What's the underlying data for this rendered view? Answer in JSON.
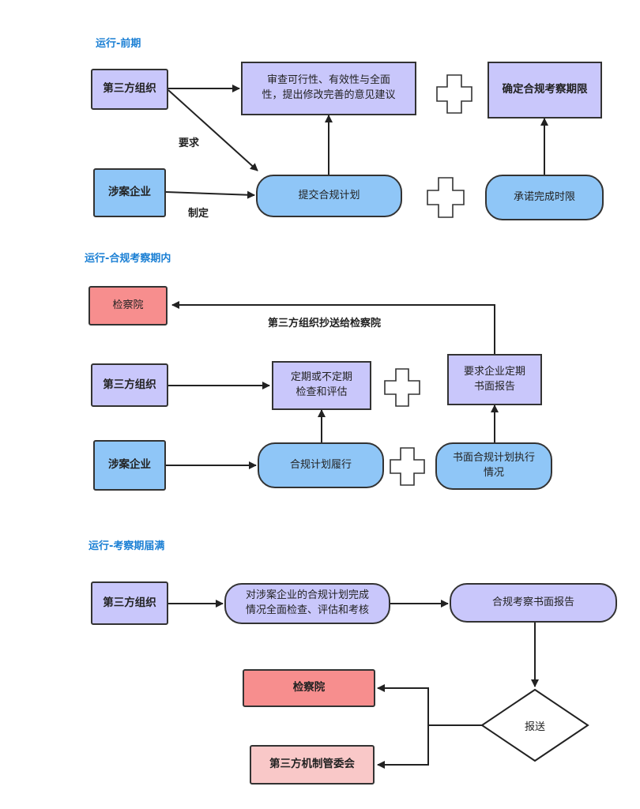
{
  "sections": {
    "pre": "运行-前期",
    "during": "运行-合规考察期内",
    "end": "运行-考察期届满"
  },
  "pre": {
    "third_party": "第三方组织",
    "review": "审查可行性、有效性与全面\n性，提出修改完善的意见建议",
    "confirm_period": "确定合规考察期限",
    "company": "涉案企业",
    "submit_plan": "提交合规计划",
    "promise_period": "承诺完成时限",
    "label_require": "要求",
    "label_formulate": "制定"
  },
  "during": {
    "procuratorate": "检察院",
    "copy_label": "第三方组织抄送给检察院",
    "third_party": "第三方组织",
    "inspect": "定期或不定期\n检查和评估",
    "require_report": "要求企业定期\n书面报告",
    "company": "涉案企业",
    "perform": "合规计划履行",
    "written_report": "书面合规计划执行\n情况"
  },
  "end": {
    "third_party": "第三方组织",
    "full_inspect": "对涉案企业的合规计划完成\n情况全面检查、评估和考核",
    "final_report": "合规考察书面报告",
    "submit": "报送",
    "procuratorate": "检察院",
    "committee": "第三方机制管委会"
  },
  "colors": {
    "purple": "#c9c7fb",
    "blue": "#8fc6f7",
    "red": "#f78e8e",
    "pink": "#f9c8c8",
    "title": "#1a7fd4"
  }
}
